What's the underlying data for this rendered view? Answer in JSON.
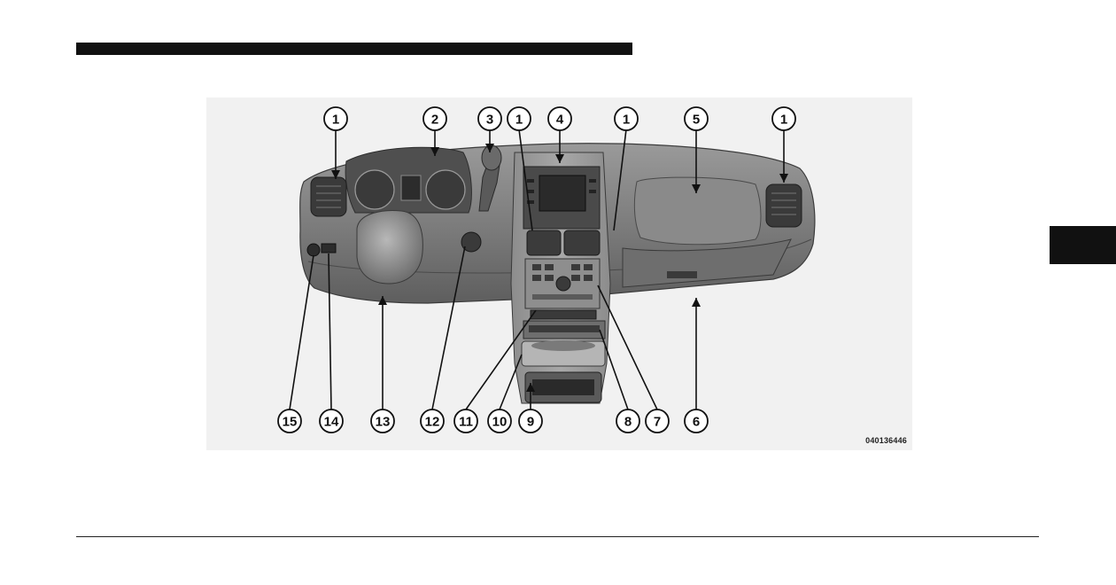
{
  "figure": {
    "code": "040136446",
    "callouts_top": [
      "1",
      "2",
      "3",
      "1",
      "4",
      "1",
      "5",
      "1"
    ],
    "callouts_bottom": [
      "15",
      "14",
      "13",
      "12",
      "11",
      "10",
      "9",
      "8",
      "7",
      "6"
    ]
  },
  "colors": {
    "ink": "#111111",
    "figure_background": "#f1f1f1",
    "dash_fill": "#7d7d7d"
  }
}
